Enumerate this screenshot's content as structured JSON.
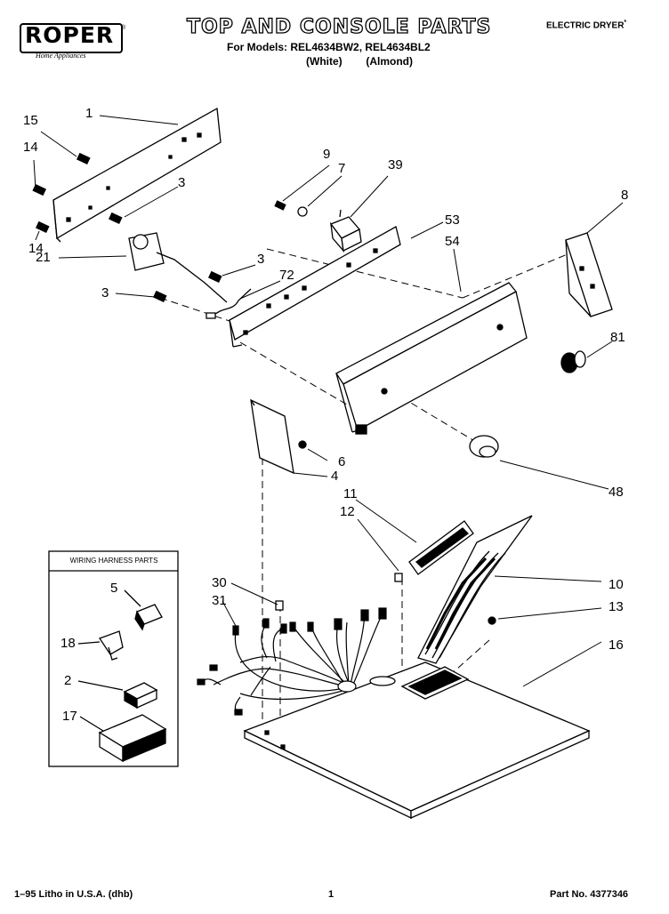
{
  "header": {
    "brand": "ROPER",
    "brand_tm": "®",
    "brand_sub": "Home Appliances",
    "title": "TOP AND CONSOLE PARTS",
    "models": "For Models: REL4634BW2, REL4634BL2",
    "colors": "(White)        (Almond)",
    "product": "ELECTRIC DRYER",
    "product_mark": "*"
  },
  "callouts": {
    "c1": "1",
    "c15": "15",
    "c14a": "14",
    "c14b": "14",
    "c3a": "3",
    "c21": "21",
    "c3b": "3",
    "c72": "72",
    "c3c": "3",
    "c9": "9",
    "c7": "7",
    "c39": "39",
    "c53": "53",
    "c54": "54",
    "c8": "8",
    "c81": "81",
    "c6": "6",
    "c4": "4",
    "c48": "48",
    "c11": "11",
    "c12": "12",
    "c10": "10",
    "c13": "13",
    "c16": "16",
    "c30": "30",
    "c31": "31",
    "h5": "5",
    "h18": "18",
    "h2": "2",
    "h17": "17"
  },
  "harness_box": {
    "title": "WIRING HARNESS PARTS"
  },
  "footer": {
    "litho": "1–95 Litho in U.S.A. (dhb)",
    "page": "1",
    "part_no": "Part No. 4377346"
  }
}
